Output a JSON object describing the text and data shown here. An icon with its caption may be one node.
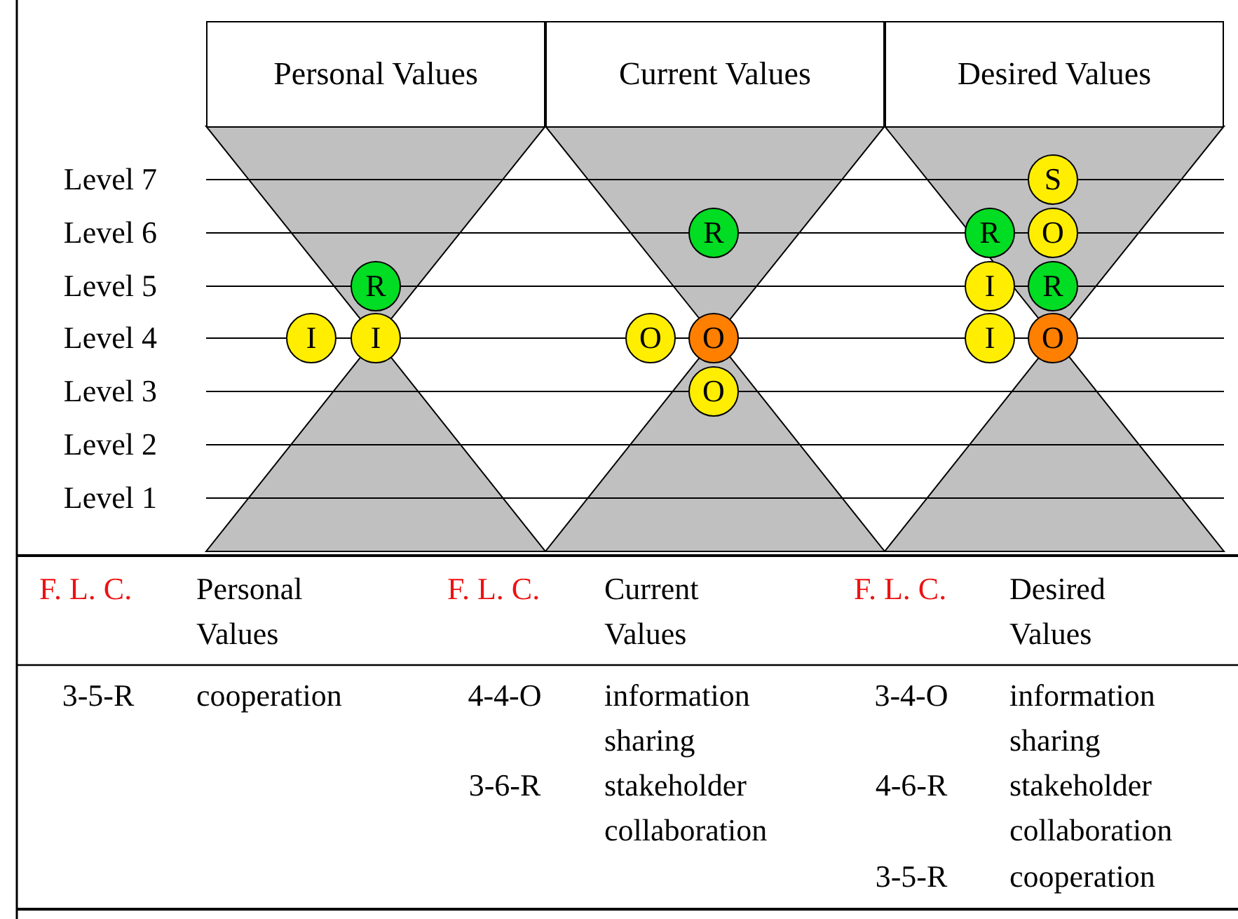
{
  "diagram": {
    "nodes": [
      {
        "text": [
          "Personal Values"
        ]
      },
      {
        "text": [
          "Current Values"
        ]
      },
      {
        "text": [
          "Desired Values"
        ]
      },
      {
        "text": [
          "S"
        ]
      },
      {
        "text": [
          "R"
        ]
      },
      {
        "text": [
          "R"
        ]
      },
      {
        "text": [
          "O"
        ]
      },
      {
        "text": [
          "R"
        ]
      },
      {
        "text": [
          "I"
        ]
      },
      {
        "text": [
          "R"
        ]
      },
      {
        "text": [
          "I"
        ]
      },
      {
        "text": [
          "I"
        ]
      },
      {
        "text": [
          "O"
        ]
      },
      {
        "text": [
          "O"
        ]
      },
      {
        "text": [
          "I"
        ]
      },
      {
        "text": [
          "O"
        ]
      },
      {
        "text": [
          "O"
        ]
      }
    ],
    "labels": [
      "Level 7",
      "Level 6",
      "Level 5",
      "Level 4",
      "Level 3",
      "Level 2",
      "Level 1",
      "F. L. C.",
      "Personal Values",
      "F. L. C.",
      "Current Values",
      "F. L. C.",
      "Desired Values",
      "3-5-R",
      "cooperation",
      "4-4-O",
      "information sharing",
      "3-4-O",
      "information sharing",
      "3-6-R",
      "stakeholder collaboration",
      "4-6-R",
      "stakeholder collaboration",
      "3-5-R",
      "cooperation"
    ]
  }
}
